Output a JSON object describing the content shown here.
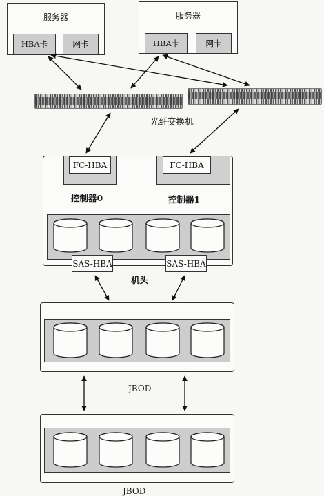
{
  "servers": [
    {
      "title": "服务器",
      "hba_label": "HBA卡",
      "nic_label": "网卡"
    },
    {
      "title": "服务器",
      "hba_label": "HBA卡",
      "nic_label": "网卡"
    }
  ],
  "switch_label": "光纤交换机",
  "head": {
    "controllers": [
      {
        "fc_label": "FC-HBA",
        "name": "控制器0"
      },
      {
        "fc_label": "FC-HBA",
        "name": "控制器1"
      }
    ],
    "sas_labels": [
      "SAS-HBA",
      "SAS-HBA"
    ],
    "label": "机头",
    "disk_count": 4
  },
  "jbods": [
    {
      "label": "JBOD",
      "disk_count": 4
    },
    {
      "label": "JBOD",
      "disk_count": 4
    }
  ]
}
